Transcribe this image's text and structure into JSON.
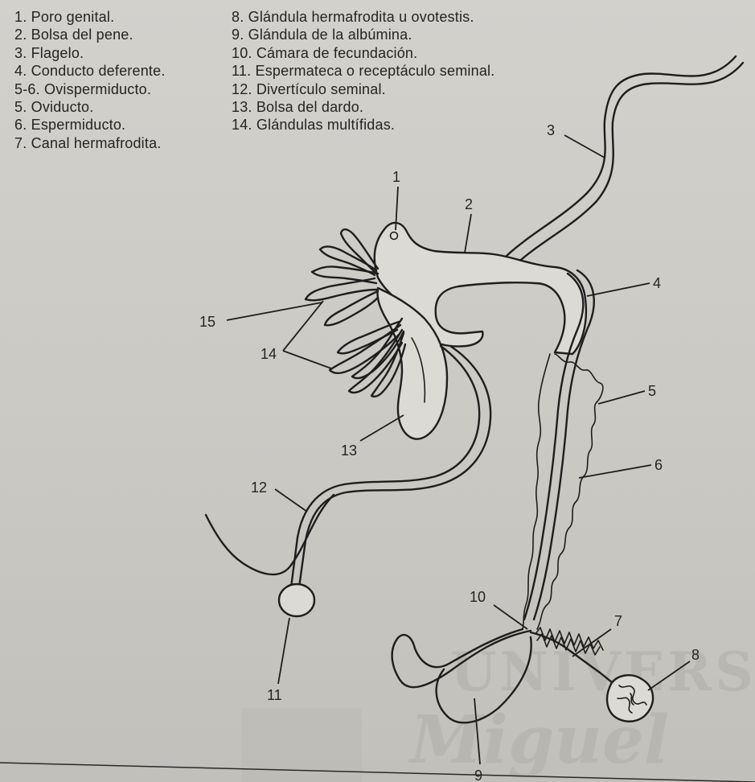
{
  "legend_left": [
    "1.  Poro genital.",
    "2.  Bolsa del pene.",
    "3.  Flagelo.",
    "4.  Conducto deferente.",
    "5-6.  Ovispermiducto.",
    "5.  Oviducto.",
    "6.  Espermiducto.",
    "7.  Canal hermafrodita."
  ],
  "legend_right": [
    "8.  Glándula hermafrodita u ovotestis.",
    "9.  Glándula de la albúmina.",
    "10.  Cámara de fecundación.",
    "11.  Espermateca o receptáculo seminal.",
    "12.  Divertículo seminal.",
    "13.  Bolsa del dardo.",
    "14.  Glándulas multífidas."
  ],
  "labels": {
    "l1": "1",
    "l2": "2",
    "l3": "3",
    "l4": "4",
    "l5": "5",
    "l6": "6",
    "l7": "7",
    "l8": "8",
    "l9": "9",
    "l10": "10",
    "l11": "11",
    "l12": "12",
    "l13": "13",
    "l14": "14",
    "l15": "15"
  },
  "watermark": {
    "line1": "UNIVERSITAS",
    "line2": "Miguel"
  }
}
